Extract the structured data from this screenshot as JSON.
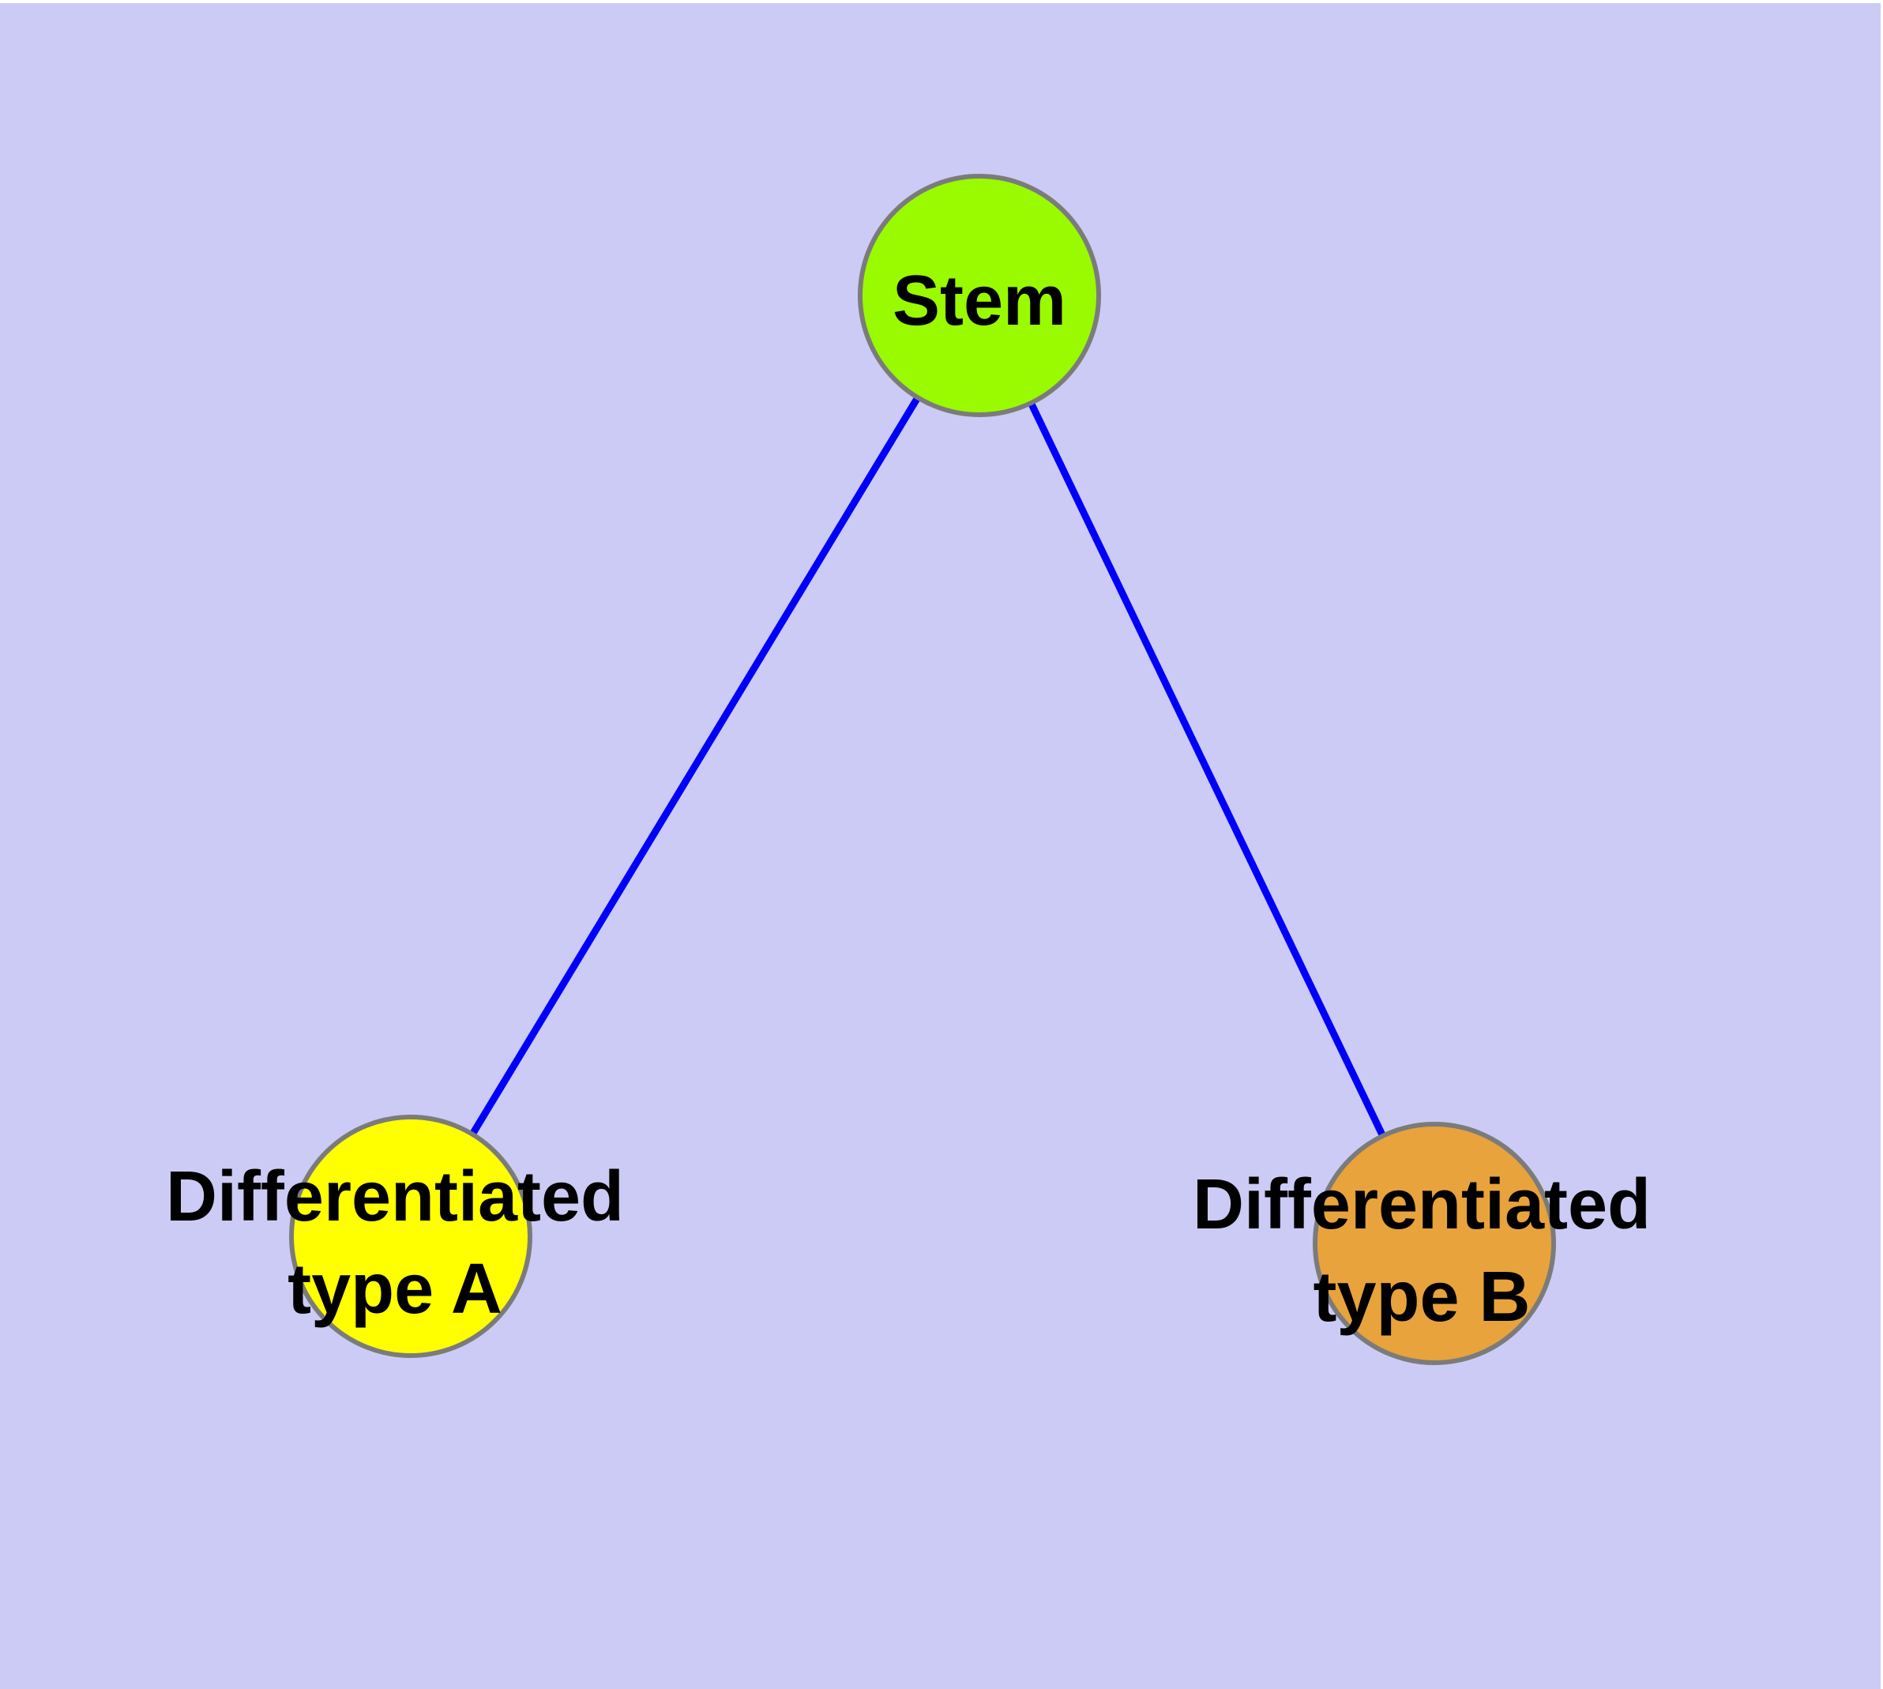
{
  "diagram": {
    "type": "node-link-diagram",
    "colors": {
      "page": "#FFFFFF",
      "background": "#CBCBF5",
      "edge": "#0000FA",
      "node_border": "#7B7B7B",
      "label": "#000000"
    },
    "nodes": {
      "stem": {
        "label": "Stem",
        "fill": "#9AFA00"
      },
      "type_a": {
        "label_line1": "Differentiated",
        "label_line2": "type A",
        "fill": "#FFFF00"
      },
      "type_b": {
        "label_line1": "Differentiated",
        "label_line2": "type B",
        "fill": "#E8A33C"
      }
    },
    "edges": [
      {
        "from": "stem",
        "to": "type_a"
      },
      {
        "from": "stem",
        "to": "type_b"
      }
    ]
  }
}
